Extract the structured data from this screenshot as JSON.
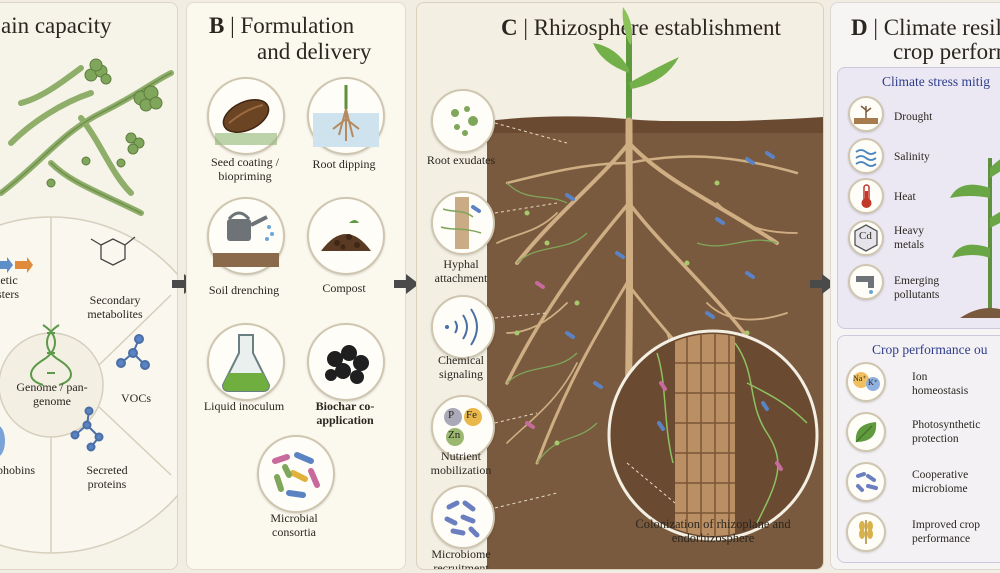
{
  "panel_a": {
    "title": "ain capacity",
    "labels": {
      "clusters_1": "thetic",
      "clusters_2": "usters",
      "secondary_metabolites": "Secondary metabolites",
      "genome": "Genome / pan-genome",
      "vocs": "VOCs",
      "hydrophobins": "ophobins",
      "secreted_proteins": "Secreted proteins"
    }
  },
  "panel_b": {
    "letter": "B",
    "title_line1": "| Formulation",
    "title_line2": "and delivery",
    "methods": [
      {
        "label": "Seed coating / biopriming"
      },
      {
        "label": "Root dipping"
      },
      {
        "label": "Soil drenching"
      },
      {
        "label": "Compost"
      },
      {
        "label": "Liquid inoculum"
      },
      {
        "label": "Biochar co-application"
      },
      {
        "label": "Microbial consortia"
      }
    ]
  },
  "panel_c": {
    "letter": "C",
    "title": "| Rhizosphere establishment",
    "steps": [
      {
        "label": "Root exudates"
      },
      {
        "label": "Hyphal attachment"
      },
      {
        "label": "Chemical signaling"
      },
      {
        "label": "Nutrient mobilization"
      },
      {
        "label": "Microbiome recruitment"
      }
    ],
    "nutrients": [
      "P",
      "Fe",
      "Zn"
    ],
    "inset_caption": "Colonization of rhizoplane and endorhizosphere"
  },
  "panel_d": {
    "letter": "D",
    "title_line1": "| Climate resili",
    "title_line2": "crop perform",
    "stress_title": "Climate stress mitig",
    "stresses": [
      {
        "label": "Drought"
      },
      {
        "label": "Salinity"
      },
      {
        "label": "Heat"
      },
      {
        "label": "Heavy metals"
      },
      {
        "label": "Emerging pollutants"
      }
    ],
    "cd_symbol": "Cd",
    "outcome_title": "Crop performance ou",
    "outcomes": [
      {
        "label": "Ion homeostasis"
      },
      {
        "label": "Photosynthetic protection"
      },
      {
        "label": "Cooperative microbiome"
      },
      {
        "label": "Improved crop performance"
      }
    ],
    "ions": [
      "Na⁺",
      "K⁺"
    ]
  },
  "colors": {
    "soil": "#7a5a3e",
    "root": "#c9ab86",
    "hyphae": "#7fa65a",
    "arrow": "#4a4a4a",
    "panel_d_title": "#2e3d8a"
  }
}
